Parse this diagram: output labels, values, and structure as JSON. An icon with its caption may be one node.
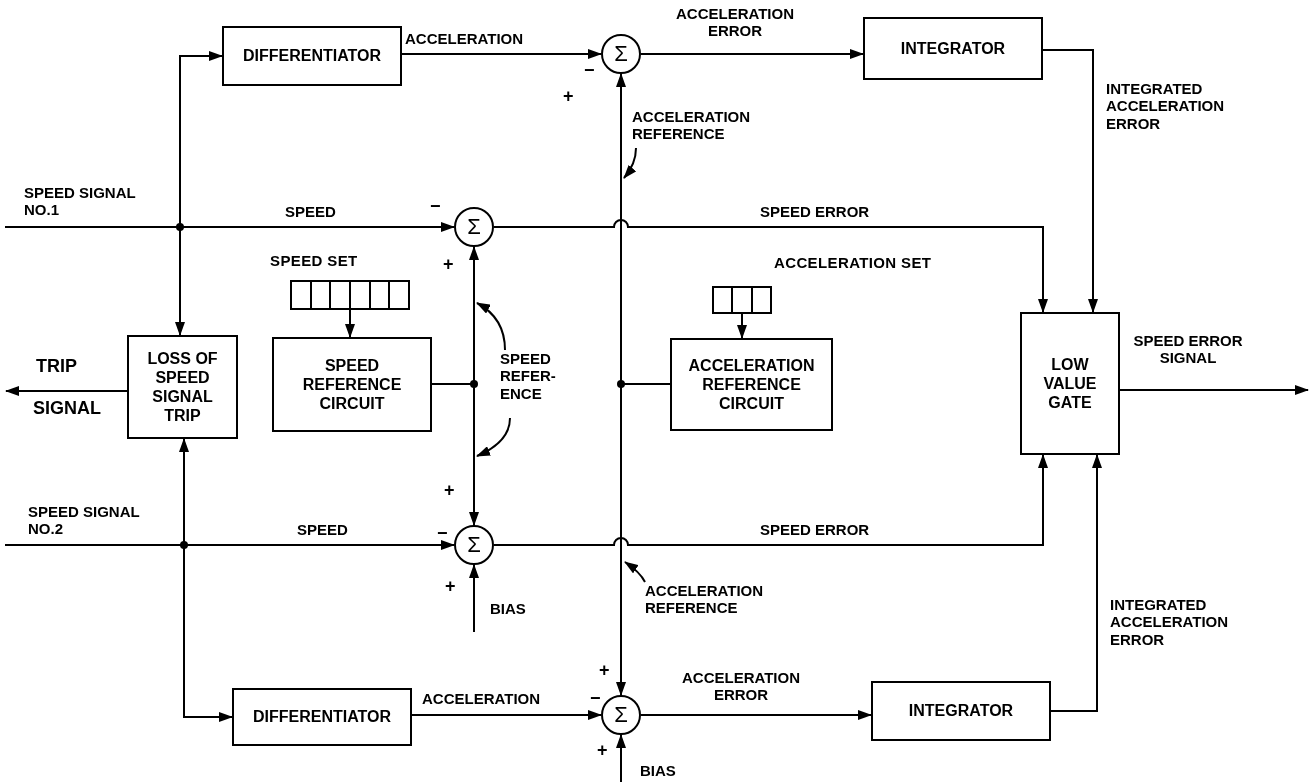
{
  "diagram": {
    "nodes": [
      {
        "text": [
          "DIFFERENTIATOR"
        ]
      },
      {
        "text": [
          "Σ"
        ]
      },
      {
        "text": [
          "INTEGRATOR"
        ]
      },
      {
        "text": [
          "LOSS OF SPEED SIGNAL TRIP"
        ]
      },
      {
        "text": [
          "SPEED REFERENCE CIRCUIT"
        ]
      },
      {
        "text": [
          "Σ"
        ]
      },
      {
        "text": [
          "ACCELERATION REFERENCE CIRCUIT"
        ]
      },
      {
        "text": [
          "LOW VALUE GATE"
        ]
      },
      {
        "text": [
          "Σ"
        ]
      },
      {
        "text": [
          "DIFFERENTIATOR"
        ]
      },
      {
        "text": [
          "Σ"
        ]
      },
      {
        "text": [
          "INTEGRATOR"
        ]
      },
      {
        "text": [
          "SPEED SET"
        ]
      },
      {
        "text": [
          "ACCELERATION SET"
        ]
      },
      {
        "text": [
          "SPEED REFER- ENCE"
        ]
      },
      {
        "text": [
          "ACCELERATION REFERENCE"
        ]
      },
      {
        "text": [
          "ACCELERATION REFERENCE"
        ]
      }
    ],
    "edges": [
      {
        "from": null,
        "to": 0,
        "arrow": "to"
      },
      {
        "from": null,
        "to": 5,
        "arrow": "to",
        "label": "SPEED"
      },
      {
        "from": null,
        "to": 3,
        "arrow": "to"
      },
      {
        "from": null,
        "to": 3,
        "arrow": "to"
      },
      {
        "from": null,
        "to": 8,
        "arrow": "to",
        "label": "SPEED"
      },
      {
        "from": null,
        "to": 9,
        "arrow": "to"
      },
      {
        "from": 0,
        "to": 1,
        "arrow": "to",
        "label": "ACCELERATION"
      },
      {
        "from": 1,
        "to": 2,
        "arrow": "to",
        "label": "ACCELERATION ERROR"
      },
      {
        "from": 2,
        "to": 7,
        "arrow": "to",
        "label": "INTEGRATED ACCELERATION ERROR"
      },
      {
        "from": 5,
        "to": 7,
        "arrow": "to",
        "label": "SPEED ERROR"
      },
      {
        "from": 8,
        "to": 7,
        "arrow": "to",
        "label": "SPEED ERROR"
      },
      {
        "from": 9,
        "to": 10,
        "arrow": "to",
        "label": "ACCELERATION"
      },
      {
        "from": 10,
        "to": 11,
        "arrow": "to",
        "label": "ACCELERATION ERROR"
      },
      {
        "from": 11,
        "to": 7,
        "arrow": "to",
        "label": "INTEGRATED ACCELERATION ERROR"
      },
      {
        "from": 4,
        "to": 5,
        "arrow": "to"
      },
      {
        "from": 4,
        "to": 8,
        "arrow": "to"
      },
      {
        "from": 6,
        "to": 1,
        "arrow": "to"
      },
      {
        "from": 6,
        "to": 10,
        "arrow": "to"
      },
      {
        "from": 12,
        "to": 4,
        "arrow": "to"
      },
      {
        "from": 13,
        "to": 6,
        "arrow": "to"
      },
      {
        "from": 3,
        "to": null,
        "arrow": "to"
      },
      {
        "from": 7,
        "to": null,
        "arrow": "to",
        "label": "SPEED ERROR SIGNAL"
      },
      {
        "from": null,
        "to": 8,
        "arrow": "to",
        "label": "BIAS"
      },
      {
        "from": null,
        "to": 10,
        "arrow": "to",
        "label": "BIAS"
      },
      {
        "from": 14,
        "to": null,
        "arrow": "to"
      },
      {
        "from": 14,
        "to": null,
        "arrow": "to"
      },
      {
        "from": 15,
        "to": null,
        "arrow": "to"
      },
      {
        "from": 16,
        "to": null,
        "arrow": "to"
      }
    ],
    "labels": [
      "−",
      "+",
      "SPEED SIGNAL NO.1",
      "−",
      "+",
      "TRIP",
      "SIGNAL",
      "+",
      "SPEED SIGNAL NO.2",
      "−",
      "+",
      "+",
      "−",
      "+"
    ]
  }
}
